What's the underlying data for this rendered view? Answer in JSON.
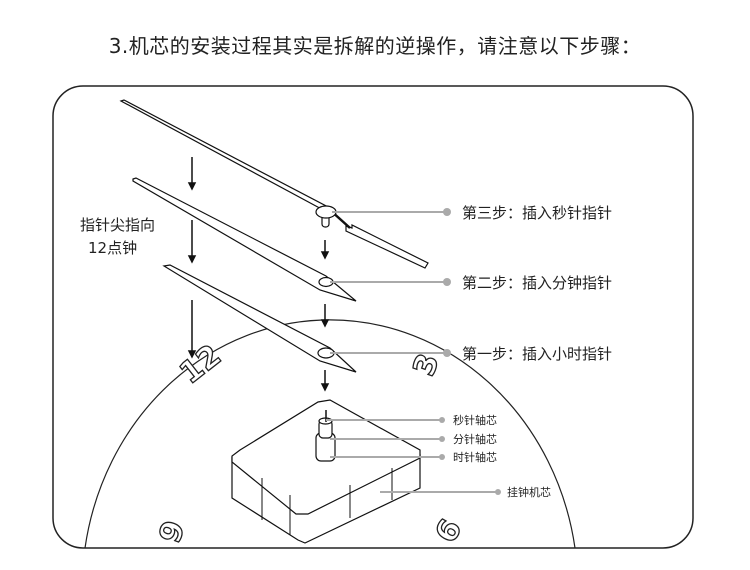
{
  "title": "3.机芯的安装过程其实是拆解的逆操作，请注意以下步骤：",
  "hint": {
    "line1": "指针尖指向",
    "line2": "12点钟"
  },
  "steps": [
    {
      "label": "第三步：插入秒针指针"
    },
    {
      "label": "第二步：插入分钟指针"
    },
    {
      "label": "第一步：插入小时指针"
    }
  ],
  "parts": [
    {
      "label": "秒针轴芯"
    },
    {
      "label": "分针轴芯"
    },
    {
      "label": "时针轴芯"
    },
    {
      "label": "挂钟机芯"
    }
  ],
  "dial_numbers": {
    "twelve": "12",
    "three": "3",
    "six": "6",
    "nine": "9"
  }
}
